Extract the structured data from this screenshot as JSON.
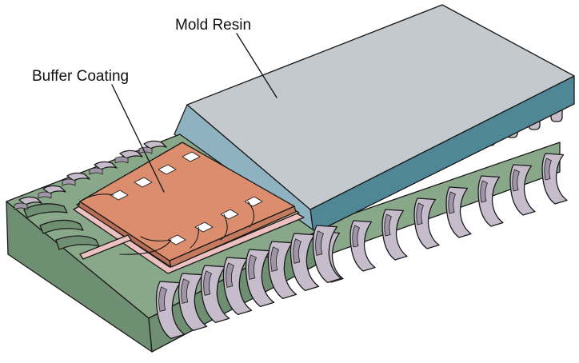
{
  "labels": {
    "mold_resin": "Mold Resin",
    "buffer_coating": "Buffer Coating"
  },
  "colors": {
    "mold_top": "#c3c9cd",
    "mold_front": "#8fb2c1",
    "mold_side": "#4f8796",
    "lead_frame": "#89a88a",
    "lead_frame_dark": "#6f8f72",
    "leads": "#c6bccb",
    "lead_shadow": "#9f95a6",
    "die": "#dc8d6e",
    "die_attach_layer": "#f2dfae",
    "pink_layer": "#eec1c1",
    "bond_pad": "#ffffff",
    "outline": "#1a1a1a"
  },
  "lead_count_per_side": 8
}
